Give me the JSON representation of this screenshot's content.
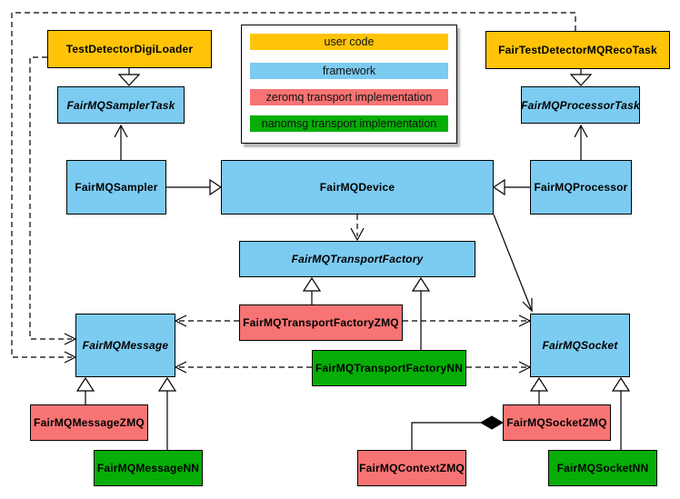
{
  "diagram_type": "uml-class-diagram",
  "colors": {
    "user_code": "#FFC408",
    "framework": "#7CCBF1",
    "zeromq": "#F87474",
    "nanomsg": "#07AE07",
    "border": "#000000",
    "background": "#FFFFFF"
  },
  "legend": {
    "items": [
      {
        "label": "user code",
        "category": "user_code"
      },
      {
        "label": "framework",
        "category": "framework"
      },
      {
        "label": "zeromq transport implementation",
        "category": "zeromq"
      },
      {
        "label": "nanomsg transport implementation",
        "category": "nanomsg"
      }
    ]
  },
  "nodes": {
    "testDetectorDigiLoader": {
      "label": "TestDetectorDigiLoader",
      "category": "user_code",
      "abstract": false
    },
    "fairTestDetectorMQRecoTask": {
      "label": "FairTestDetectorMQRecoTask",
      "category": "user_code",
      "abstract": false
    },
    "fairMQSamplerTask": {
      "label": "FairMQSamplerTask",
      "category": "framework",
      "abstract": true
    },
    "fairMQProcessorTask": {
      "label": "FairMQProcessorTask",
      "category": "framework",
      "abstract": true
    },
    "fairMQSampler": {
      "label": "FairMQSampler",
      "category": "framework",
      "abstract": false
    },
    "fairMQDevice": {
      "label": "FairMQDevice",
      "category": "framework",
      "abstract": false
    },
    "fairMQProcessor": {
      "label": "FairMQProcessor",
      "category": "framework",
      "abstract": false
    },
    "fairMQTransportFactory": {
      "label": "FairMQTransportFactory",
      "category": "framework",
      "abstract": true
    },
    "fairMQTransportFactoryZMQ": {
      "label": "FairMQTransportFactoryZMQ",
      "category": "zeromq",
      "abstract": false
    },
    "fairMQTransportFactoryNN": {
      "label": "FairMQTransportFactoryNN",
      "category": "nanomsg",
      "abstract": false
    },
    "fairMQMessage": {
      "label": "FairMQMessage",
      "category": "framework",
      "abstract": true
    },
    "fairMQSocket": {
      "label": "FairMQSocket",
      "category": "framework",
      "abstract": true
    },
    "fairMQMessageZMQ": {
      "label": "FairMQMessageZMQ",
      "category": "zeromq",
      "abstract": false
    },
    "fairMQMessageNN": {
      "label": "FairMQMessageNN",
      "category": "nanomsg",
      "abstract": false
    },
    "fairMQContextZMQ": {
      "label": "FairMQContextZMQ",
      "category": "zeromq",
      "abstract": false
    },
    "fairMQSocketZMQ": {
      "label": "FairMQSocketZMQ",
      "category": "zeromq",
      "abstract": false
    },
    "fairMQSocketNN": {
      "label": "FairMQSocketNN",
      "category": "nanomsg",
      "abstract": false
    }
  },
  "edges": [
    {
      "from": "TestDetectorDigiLoader",
      "to": "FairMQSamplerTask",
      "type": "inheritance"
    },
    {
      "from": "FairTestDetectorMQRecoTask",
      "to": "FairMQProcessorTask",
      "type": "inheritance"
    },
    {
      "from": "FairMQSampler",
      "to": "FairMQDevice",
      "type": "inheritance"
    },
    {
      "from": "FairMQProcessor",
      "to": "FairMQDevice",
      "type": "inheritance"
    },
    {
      "from": "FairMQSampler",
      "to": "FairMQSamplerTask",
      "type": "association"
    },
    {
      "from": "FairMQProcessor",
      "to": "FairMQProcessorTask",
      "type": "association"
    },
    {
      "from": "FairMQDevice",
      "to": "FairMQTransportFactory",
      "type": "dependency"
    },
    {
      "from": "FairMQDevice",
      "to": "FairMQSocket",
      "type": "association"
    },
    {
      "from": "FairMQTransportFactoryZMQ",
      "to": "FairMQTransportFactory",
      "type": "inheritance"
    },
    {
      "from": "FairMQTransportFactoryNN",
      "to": "FairMQTransportFactory",
      "type": "inheritance"
    },
    {
      "from": "FairMQTransportFactoryZMQ",
      "to": "FairMQMessage",
      "type": "dependency"
    },
    {
      "from": "FairMQTransportFactoryZMQ",
      "to": "FairMQSocket",
      "type": "dependency"
    },
    {
      "from": "FairMQTransportFactoryNN",
      "to": "FairMQMessage",
      "type": "dependency"
    },
    {
      "from": "FairMQTransportFactoryNN",
      "to": "FairMQSocket",
      "type": "dependency"
    },
    {
      "from": "TestDetectorDigiLoader",
      "to": "FairMQMessage",
      "type": "dependency"
    },
    {
      "from": "FairTestDetectorMQRecoTask",
      "to": "FairMQMessage",
      "type": "dependency"
    },
    {
      "from": "FairMQMessageZMQ",
      "to": "FairMQMessage",
      "type": "inheritance"
    },
    {
      "from": "FairMQMessageNN",
      "to": "FairMQMessage",
      "type": "inheritance"
    },
    {
      "from": "FairMQSocketZMQ",
      "to": "FairMQSocket",
      "type": "inheritance"
    },
    {
      "from": "FairMQSocketNN",
      "to": "FairMQSocket",
      "type": "inheritance"
    },
    {
      "from": "FairMQSocketZMQ",
      "to": "FairMQContextZMQ",
      "type": "composition"
    }
  ]
}
